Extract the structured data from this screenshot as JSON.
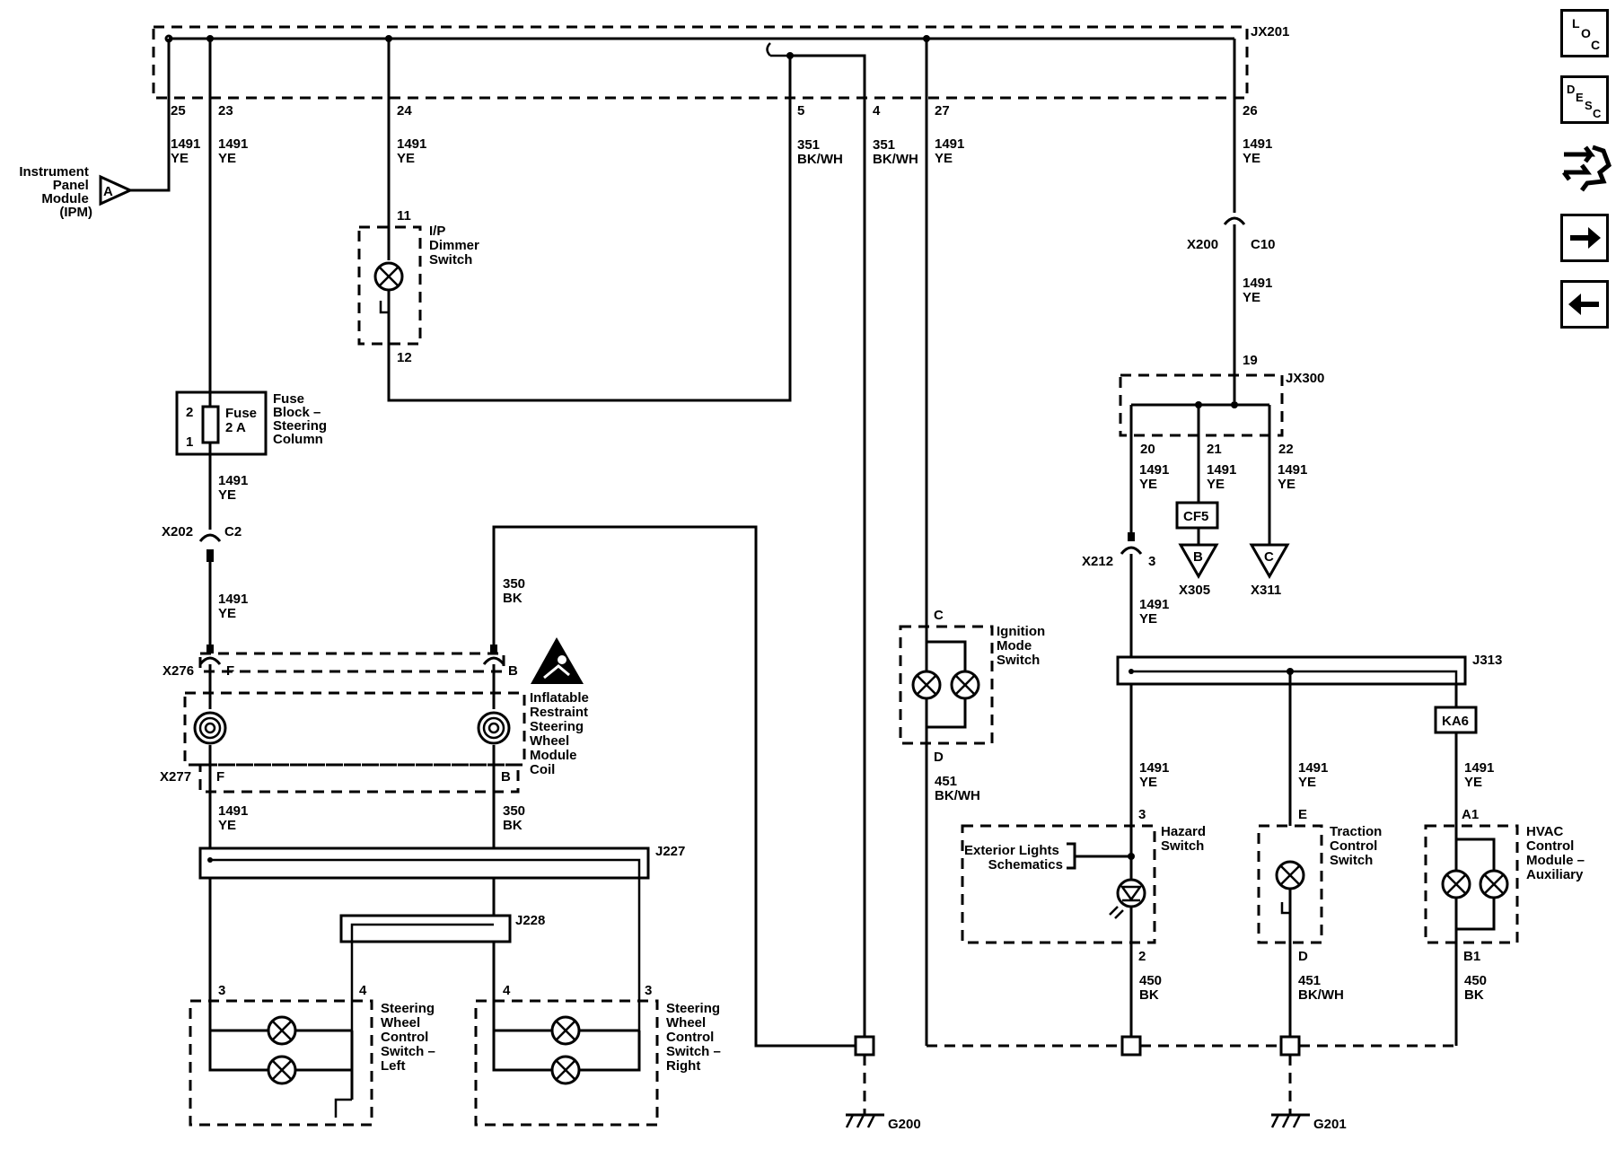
{
  "nav": {
    "loc": [
      "L",
      "O",
      "C"
    ],
    "desc": [
      "D",
      "E",
      "S",
      "C"
    ]
  },
  "connectors": {
    "jx201": "JX201",
    "jx300": "JX300",
    "x200": "X200",
    "c10": "C10",
    "x202": "X202",
    "c2": "C2",
    "x276": "X276",
    "x277": "X277",
    "x212": "X212",
    "x305": "X305",
    "x311": "X311",
    "j227": "J227",
    "j228": "J228",
    "j313": "J313",
    "g200": "G200",
    "g201": "G201",
    "cf5": "CF5",
    "ka6": "KA6"
  },
  "pins": {
    "p25": "25",
    "p23": "23",
    "p24": "24",
    "p5": "5",
    "p4": "4",
    "p27": "27",
    "p26": "26",
    "p11": "11",
    "p12": "12",
    "p19": "19",
    "p20": "20",
    "p21": "21",
    "p22": "22",
    "p3a": "3",
    "fuse_pin2": "2",
    "fuse_pin1": "1",
    "F1": "F",
    "B1": "B",
    "F2": "F",
    "B2": "B",
    "C": "C",
    "D": "D",
    "h3": "3",
    "h2": "2",
    "tE": "E",
    "tD": "D",
    "A1": "A1",
    "B1p": "B1",
    "swl3": "3",
    "swl4": "4",
    "swr4": "4",
    "swr3": "3",
    "offA": "A",
    "offB": "B",
    "offC": "C"
  },
  "wires": {
    "w1491": "1491",
    "ye": "YE",
    "w351": "351",
    "bkwh": "BK/WH",
    "w350": "350",
    "bk": "BK",
    "w451": "451",
    "w450": "450"
  },
  "components": {
    "ipm": [
      "Instrument",
      "Panel",
      "Module",
      "(IPM)"
    ],
    "dimmer": [
      "I/P",
      "Dimmer",
      "Switch"
    ],
    "fuse_name": [
      "Fuse",
      "2 A"
    ],
    "fuse_block": [
      "Fuse",
      "Block –",
      "Steering",
      "Column"
    ],
    "coil": [
      "Inflatable",
      "Restraint",
      "Steering",
      "Wheel",
      "Module",
      "Coil"
    ],
    "ignition": [
      "Ignition",
      "Mode",
      "Switch"
    ],
    "hazard": [
      "Hazard",
      "Switch"
    ],
    "ext_lights": [
      "Exterior Lights",
      "Schematics"
    ],
    "traction": [
      "Traction",
      "Control",
      "Switch"
    ],
    "hvac": [
      "HVAC",
      "Control",
      "Module –",
      "Auxiliary"
    ],
    "swc_left": [
      "Steering",
      "Wheel",
      "Control",
      "Switch –",
      "Left"
    ],
    "swc_right": [
      "Steering",
      "Wheel",
      "Control",
      "Switch –",
      "Right"
    ]
  }
}
